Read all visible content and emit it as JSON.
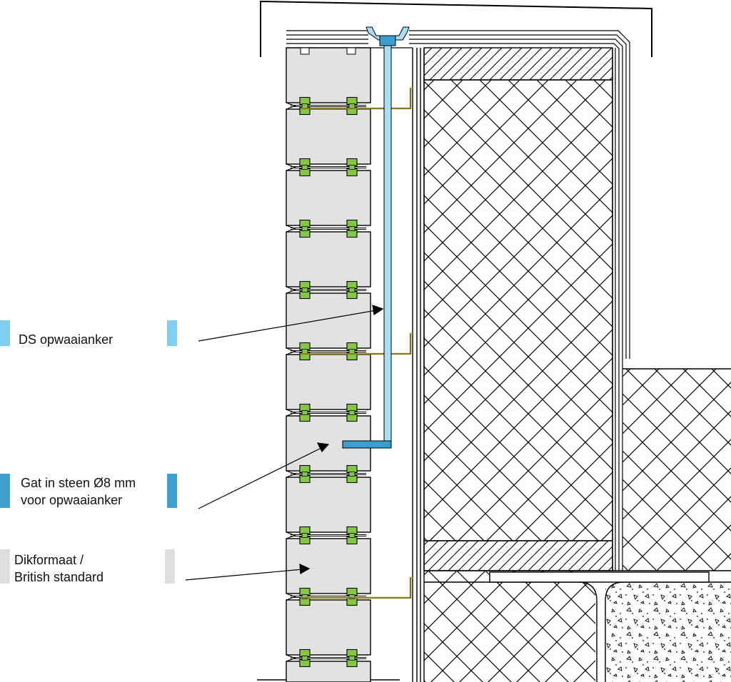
{
  "legend": [
    {
      "label_lines": [
        "DS opwaaianker"
      ],
      "color": "#7fd0ee"
    },
    {
      "label_lines": [
        "Gat in steen Ø8 mm",
        "voor opwaaianker"
      ],
      "color": "#3f9fcd"
    },
    {
      "label_lines": [
        "Dikformaat /",
        "British standard"
      ],
      "color": "#dedede"
    }
  ],
  "colors": {
    "brick_fill": "#e2e2e2",
    "clip_green": "#84c743",
    "anchor_light": "#a6dff6",
    "anchor_dark": "#3c9ed0",
    "tie_olive": "#b1a43a",
    "line": "#000000"
  }
}
